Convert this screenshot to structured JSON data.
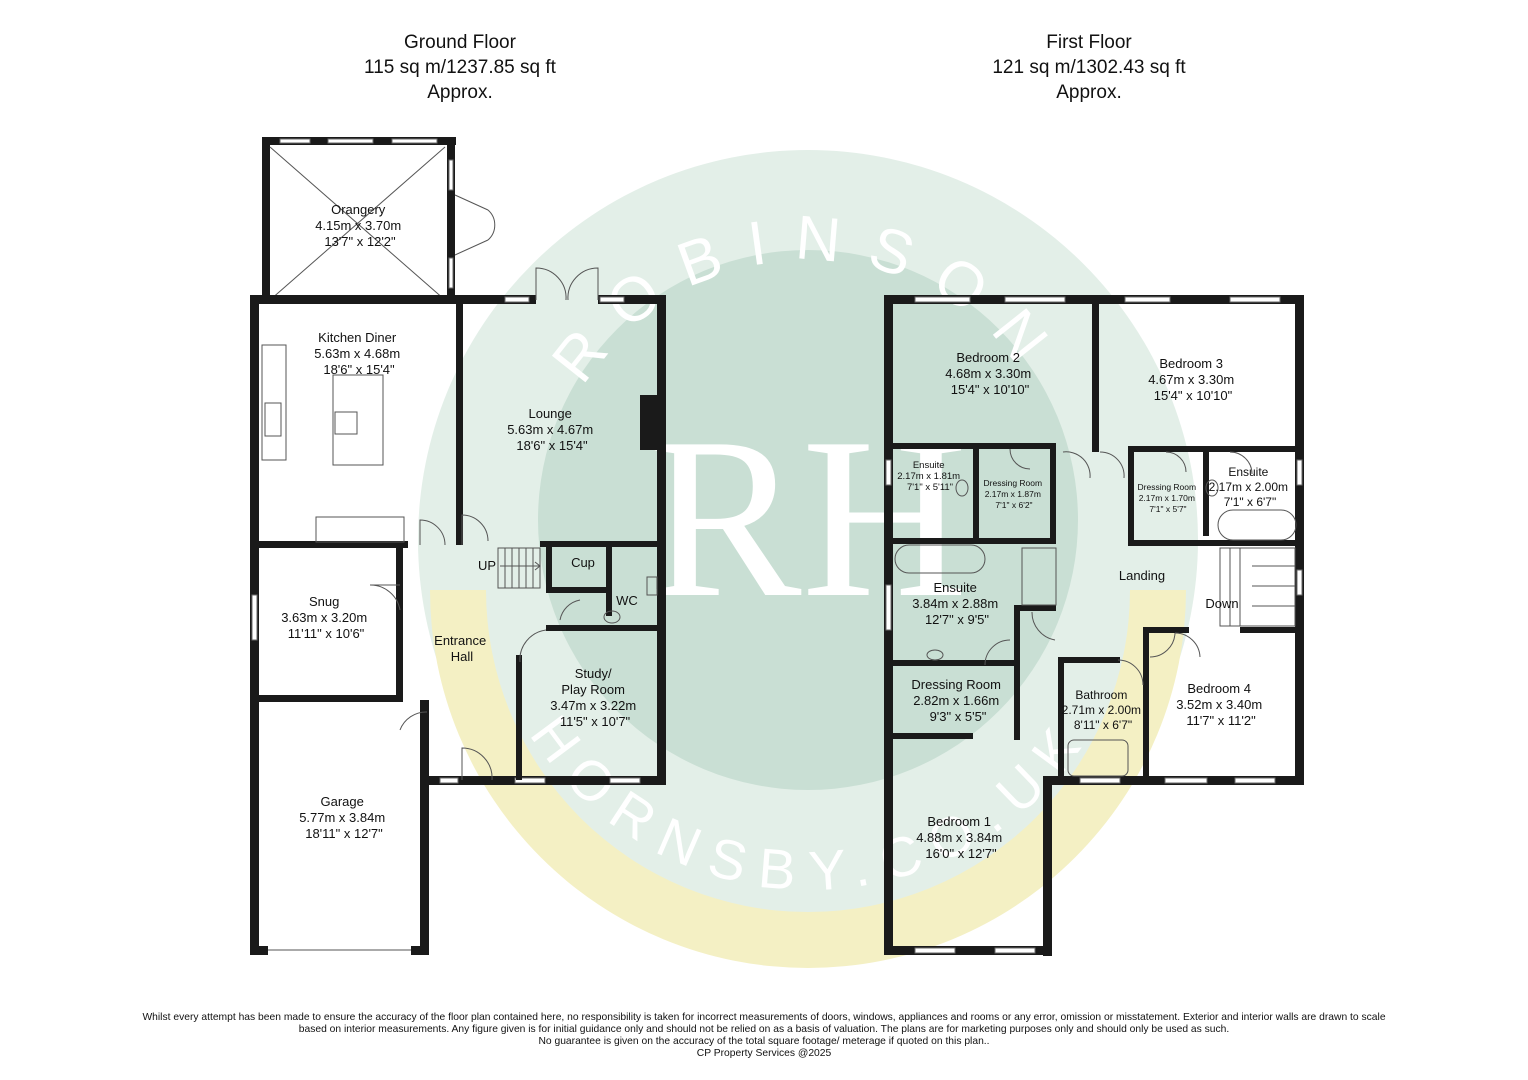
{
  "floors": [
    {
      "key": "ground",
      "title": "Ground Floor",
      "area": "115 sq m/1237.85 sq ft",
      "approx": "Approx.",
      "rooms": [
        {
          "name": "Orangery",
          "metric": "4.15m x 3.70m",
          "imperial": "13'7\" x 12'2\""
        },
        {
          "name": "Kitchen Diner",
          "metric": "5.63m x 4.68m",
          "imperial": "18'6\" x 15'4\""
        },
        {
          "name": "Lounge",
          "metric": "5.63m x 4.67m",
          "imperial": "18'6\" x 15'4\""
        },
        {
          "name": "Snug",
          "metric": "3.63m x 3.20m",
          "imperial": "11'11\" x 10'6\""
        },
        {
          "name": "Entrance",
          "line2": "Hall"
        },
        {
          "name": "Cup"
        },
        {
          "name": "WC"
        },
        {
          "name": "UP"
        },
        {
          "name": "Study/",
          "line2": "Play Room",
          "metric": "3.47m x 3.22m",
          "imperial": "11'5\" x 10'7\""
        },
        {
          "name": "Garage",
          "metric": "5.77m x 3.84m",
          "imperial": "18'11\" x 12'7\""
        }
      ]
    },
    {
      "key": "first",
      "title": "First Floor",
      "area": "121 sq m/1302.43 sq ft",
      "approx": "Approx.",
      "rooms": [
        {
          "name": "Bedroom 2",
          "metric": "4.68m x 3.30m",
          "imperial": "15'4\" x 10'10\""
        },
        {
          "name": "Bedroom 3",
          "metric": "4.67m x 3.30m",
          "imperial": "15'4\" x 10'10\""
        },
        {
          "name": "Ensuite",
          "metric": "2.17m x 1.81m",
          "imperial": "7'1\" x 5'11\""
        },
        {
          "name": "Dressing Room",
          "metric": "2.17m x 1.87m",
          "imperial": "7'1\" x 6'2\""
        },
        {
          "name": "Dressing Room",
          "metric": "2.17m x 1.70m",
          "imperial": "7'1\" x 5'7\""
        },
        {
          "name": "Ensuite",
          "metric": "2.17m x 2.00m",
          "imperial": "7'1\" x 6'7\""
        },
        {
          "name": "Ensuite",
          "metric": "3.84m x 2.88m",
          "imperial": "12'7\" x 9'5\""
        },
        {
          "name": "Landing"
        },
        {
          "name": "Down"
        },
        {
          "name": "Dressing Room",
          "metric": "2.82m x 1.66m",
          "imperial": "9'3\" x 5'5\""
        },
        {
          "name": "Bathroom",
          "metric": "2.71m x 2.00m",
          "imperial": "8'11\" x 6'7\""
        },
        {
          "name": "Bedroom 4",
          "metric": "3.52m x 3.40m",
          "imperial": "11'7\" x 11'2\""
        },
        {
          "name": "Bedroom 1",
          "metric": "4.88m x 3.84m",
          "imperial": "16'0\" x 12'7\""
        }
      ]
    }
  ],
  "watermark": {
    "monogram": "RH",
    "top_word": "ROBINSON",
    "bottom_word": "HORNSBY.CO.UK",
    "colors": {
      "outer": "#e3efe8",
      "inner": "#c9dfd4",
      "yellow": "#f4f0c4",
      "text": "#ffffff"
    }
  },
  "disclaimer": {
    "line1": "Whilst every attempt has been made to ensure the accuracy of the floor plan contained here, no responsibility is taken for incorrect measurements of doors, windows, appliances and rooms or any error, omission or misstatement. Exterior and interior walls are drawn to scale",
    "line2": "based on interior measurements. Any figure given is for initial guidance only and should not be relied on as a basis of valuation. The plans are for marketing purposes only and should only be used as such.",
    "line3": "No guarantee is given on the accuracy of the total square footage/ meterage if quoted on this plan..",
    "credit": "CP Property Services @2025"
  }
}
